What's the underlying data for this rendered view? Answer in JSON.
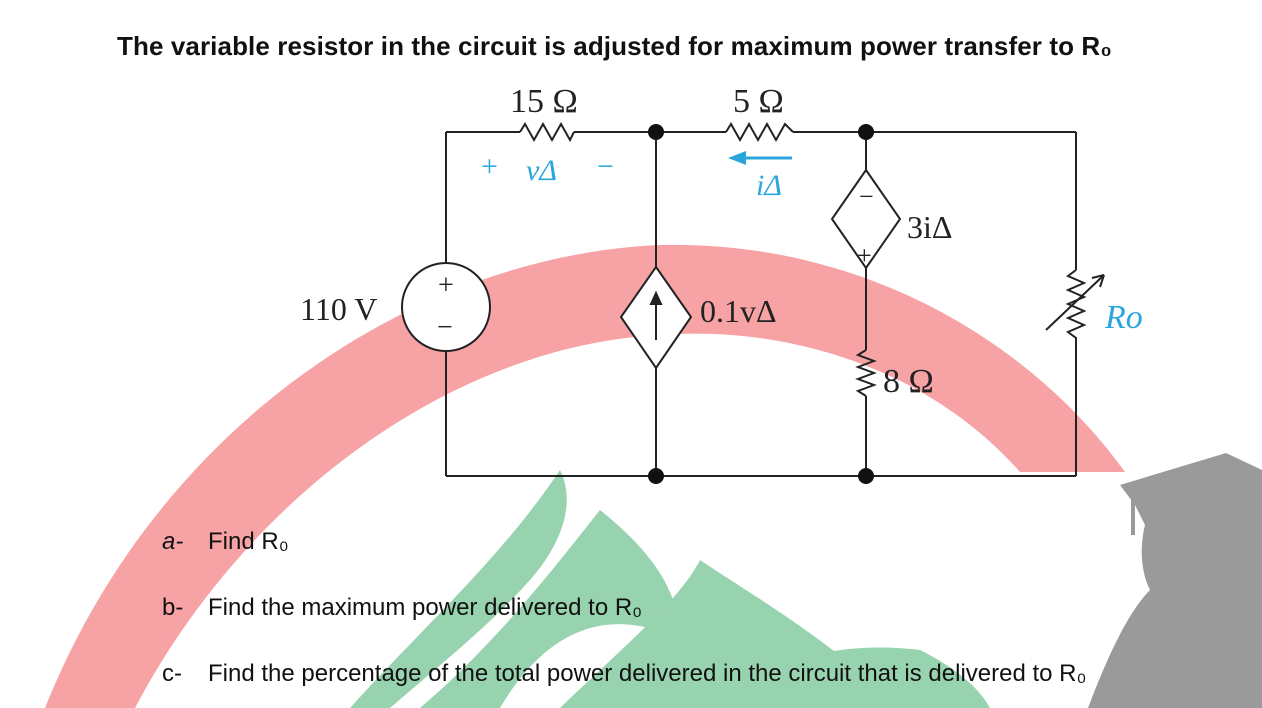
{
  "title": "The variable resistor in the circuit is adjusted for maximum power transfer to R₀",
  "circuit": {
    "r1": "15 Ω",
    "r2": "5 Ω",
    "r3": "8 Ω",
    "source_voltage": "110 V",
    "v_plus": "+",
    "v_delta": "vΔ",
    "v_minus": "−",
    "i_delta": "iΔ",
    "cccs_label": "0.1vΔ",
    "ccvs_label": "3iΔ",
    "plus_sign": "+",
    "minus_sign": "−",
    "ro_label": "Ro",
    "current_arrow_color": "#2aa6dc"
  },
  "questions": [
    {
      "letter": "a-",
      "text": "Find R₀"
    },
    {
      "letter": "b-",
      "text": "Find the maximum power delivered to R₀"
    },
    {
      "letter": "c-",
      "text": "Find the percentage of the total power delivered in the circuit that is delivered to R₀"
    }
  ],
  "decor": {
    "arc_color": "#f7a3a6",
    "leaf_color": "#98d3b0",
    "silhouette_color": "#9a9a9a"
  }
}
